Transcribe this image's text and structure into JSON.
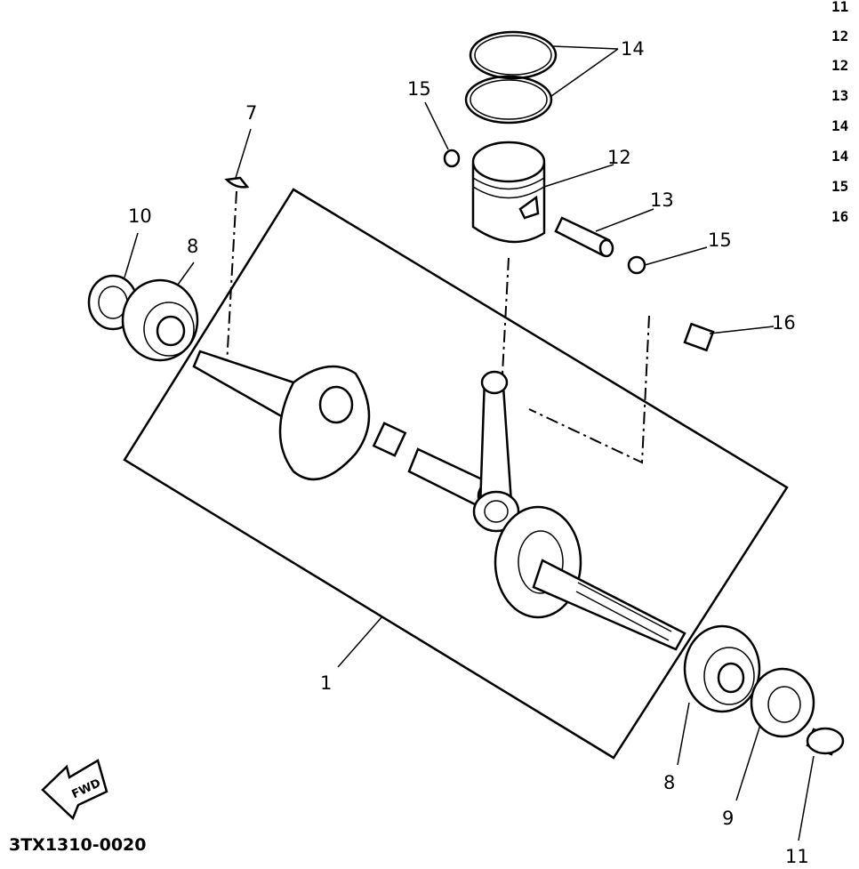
{
  "diagram_code": "3TX1310-0020",
  "fwd_label": "FWD",
  "callouts": [
    {
      "part": "14",
      "name": "piston-ring"
    },
    {
      "part": "15",
      "name": "piston-pin-clip"
    },
    {
      "part": "7",
      "name": "woodruff-key"
    },
    {
      "part": "12",
      "name": "piston"
    },
    {
      "part": "13",
      "name": "piston-pin"
    },
    {
      "part": "15",
      "name": "piston-pin-clip-right"
    },
    {
      "part": "10",
      "name": "oil-seal-left"
    },
    {
      "part": "8",
      "name": "bearing-left"
    },
    {
      "part": "16",
      "name": "small-end-bearing"
    },
    {
      "part": "1",
      "name": "crankshaft-assembly"
    },
    {
      "part": "8",
      "name": "bearing-right"
    },
    {
      "part": "9",
      "name": "oil-seal-right"
    },
    {
      "part": "11",
      "name": "collar"
    }
  ],
  "index_column": [
    "11",
    "12",
    "12",
    "13",
    "14",
    "14",
    "15",
    "16"
  ]
}
